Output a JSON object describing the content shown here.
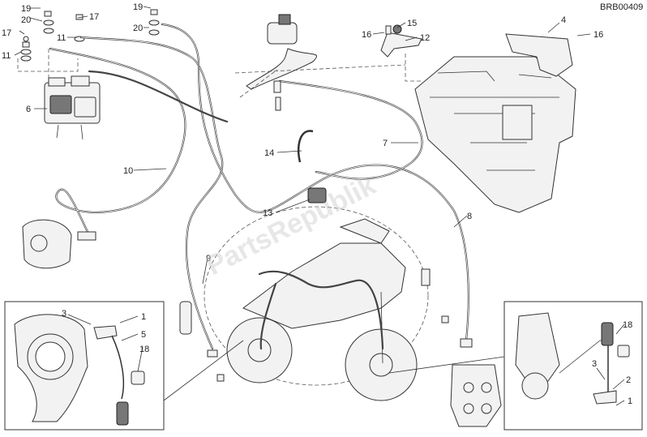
{
  "diagram": {
    "code": "BRB00409",
    "watermark": "PartsRepublik",
    "callouts": [
      {
        "id": "c19a",
        "label": "19"
      },
      {
        "id": "c20a",
        "label": "20"
      },
      {
        "id": "c17a",
        "label": "17"
      },
      {
        "id": "c17b",
        "label": "17"
      },
      {
        "id": "c11a",
        "label": "11"
      },
      {
        "id": "c11b",
        "label": "11"
      },
      {
        "id": "c19b",
        "label": "19"
      },
      {
        "id": "c20b",
        "label": "20"
      },
      {
        "id": "c6",
        "label": "6"
      },
      {
        "id": "c10",
        "label": "10"
      },
      {
        "id": "c14",
        "label": "14"
      },
      {
        "id": "c7",
        "label": "7"
      },
      {
        "id": "c16a",
        "label": "16"
      },
      {
        "id": "c15",
        "label": "15"
      },
      {
        "id": "c12",
        "label": "12"
      },
      {
        "id": "c4",
        "label": "4"
      },
      {
        "id": "c16b",
        "label": "16"
      },
      {
        "id": "c13",
        "label": "13"
      },
      {
        "id": "c8",
        "label": "8"
      },
      {
        "id": "c9",
        "label": "9"
      },
      {
        "id": "c3a",
        "label": "3"
      },
      {
        "id": "c1a",
        "label": "1"
      },
      {
        "id": "c5",
        "label": "5"
      },
      {
        "id": "c18a",
        "label": "18"
      },
      {
        "id": "c18b",
        "label": "18"
      },
      {
        "id": "c3b",
        "label": "3"
      },
      {
        "id": "c2",
        "label": "2"
      },
      {
        "id": "c1b",
        "label": "1"
      }
    ]
  }
}
